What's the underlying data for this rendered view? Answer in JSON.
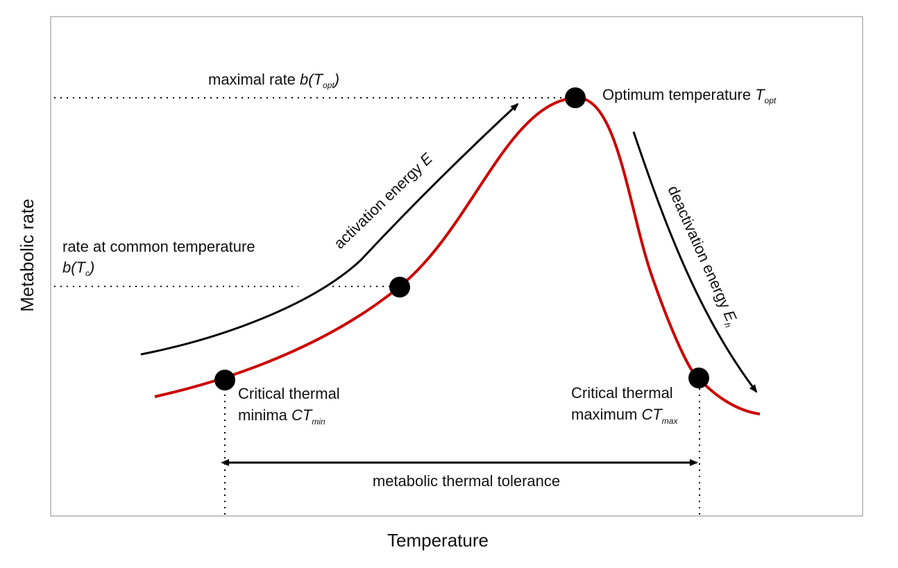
{
  "axes": {
    "x_title": "Temperature",
    "y_title": "Metabolic rate"
  },
  "labels": {
    "maximal_rate": {
      "text": "maximal rate ",
      "italic": "b(T",
      "sub": "opt",
      "close": ")"
    },
    "optimum": {
      "text": "Optimum temperature ",
      "italic": "T",
      "sub": "opt"
    },
    "common_rate": {
      "line1": "rate at common temperature",
      "italic": "b(T",
      "sub": "c",
      "close": ")"
    },
    "activation": {
      "text": "activation energy ",
      "italic": "E"
    },
    "deactivation": {
      "text": "deactivation energy ",
      "italic": "E",
      "sub": "h"
    },
    "ct_min": {
      "line1": "Critical thermal",
      "line2": "minima ",
      "italic": "CT",
      "sub": "min"
    },
    "ct_max": {
      "line1": "Critical thermal",
      "line2": "maximum ",
      "italic": "CT",
      "sub": "max"
    },
    "tolerance": "metabolic thermal tolerance"
  },
  "colors": {
    "curve": "#cc0000",
    "ink": "#000000",
    "frame": "#888888"
  }
}
